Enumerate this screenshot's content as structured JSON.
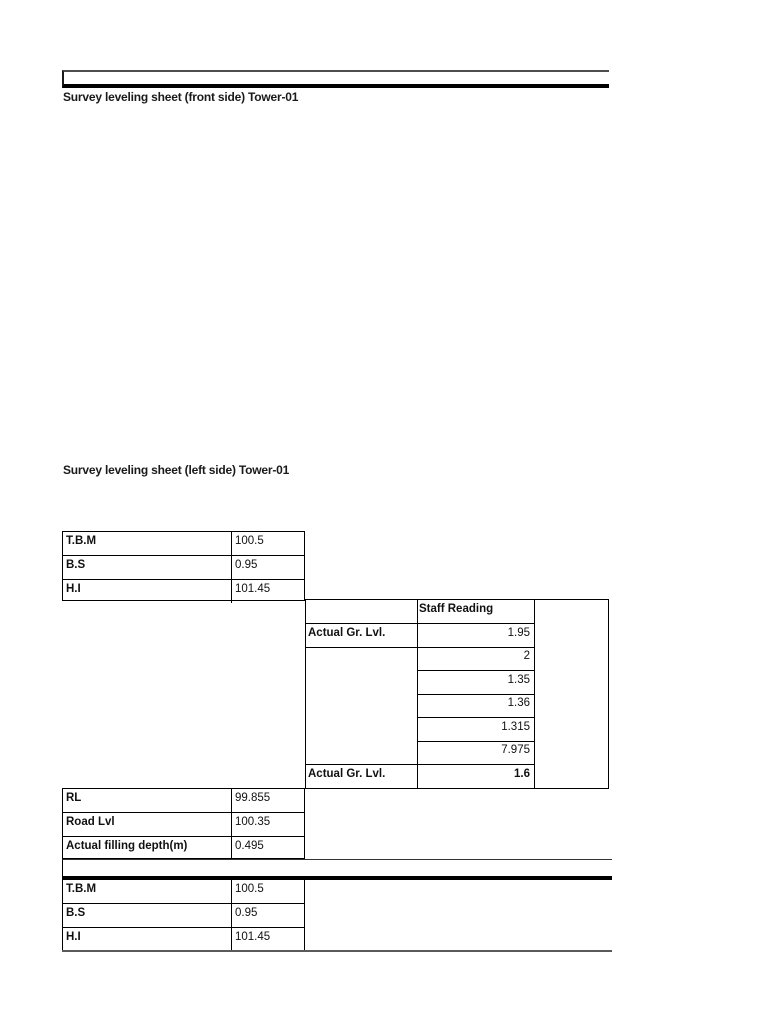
{
  "titles": {
    "front": "Survey leveling sheet (front side) Tower-01",
    "left": "Survey leveling sheet (left side) Tower-01"
  },
  "benchmark_table_top": {
    "rows": [
      {
        "label": "T.B.M",
        "value": "100.5"
      },
      {
        "label": "B.S",
        "value": "0.95"
      },
      {
        "label": "H.I",
        "value": "101.45"
      }
    ]
  },
  "staff_reading_table": {
    "header": "Staff Reading",
    "row_top": {
      "label": "Actual Gr. Lvl.",
      "value": "1.95"
    },
    "readings": [
      "2",
      "1.35",
      "1.36",
      "1.315",
      "7.975"
    ],
    "row_bottom": {
      "label": "Actual Gr. Lvl.",
      "value": "1.6"
    }
  },
  "level_result_table": {
    "rows": [
      {
        "label": "RL",
        "value": "99.855"
      },
      {
        "label": "Road Lvl",
        "value": "100.35"
      },
      {
        "label": "Actual filling depth(m)",
        "value": "0.495"
      }
    ]
  },
  "benchmark_table_bottom": {
    "rows": [
      {
        "label": "T.B.M",
        "value": "100.5"
      },
      {
        "label": "B.S",
        "value": "0.95"
      },
      {
        "label": "H.I",
        "value": "101.45"
      }
    ]
  },
  "colors": {
    "border": "#000000",
    "thick_rule": "#000000",
    "gray_rule": "#5a5a5a",
    "background": "#ffffff"
  }
}
